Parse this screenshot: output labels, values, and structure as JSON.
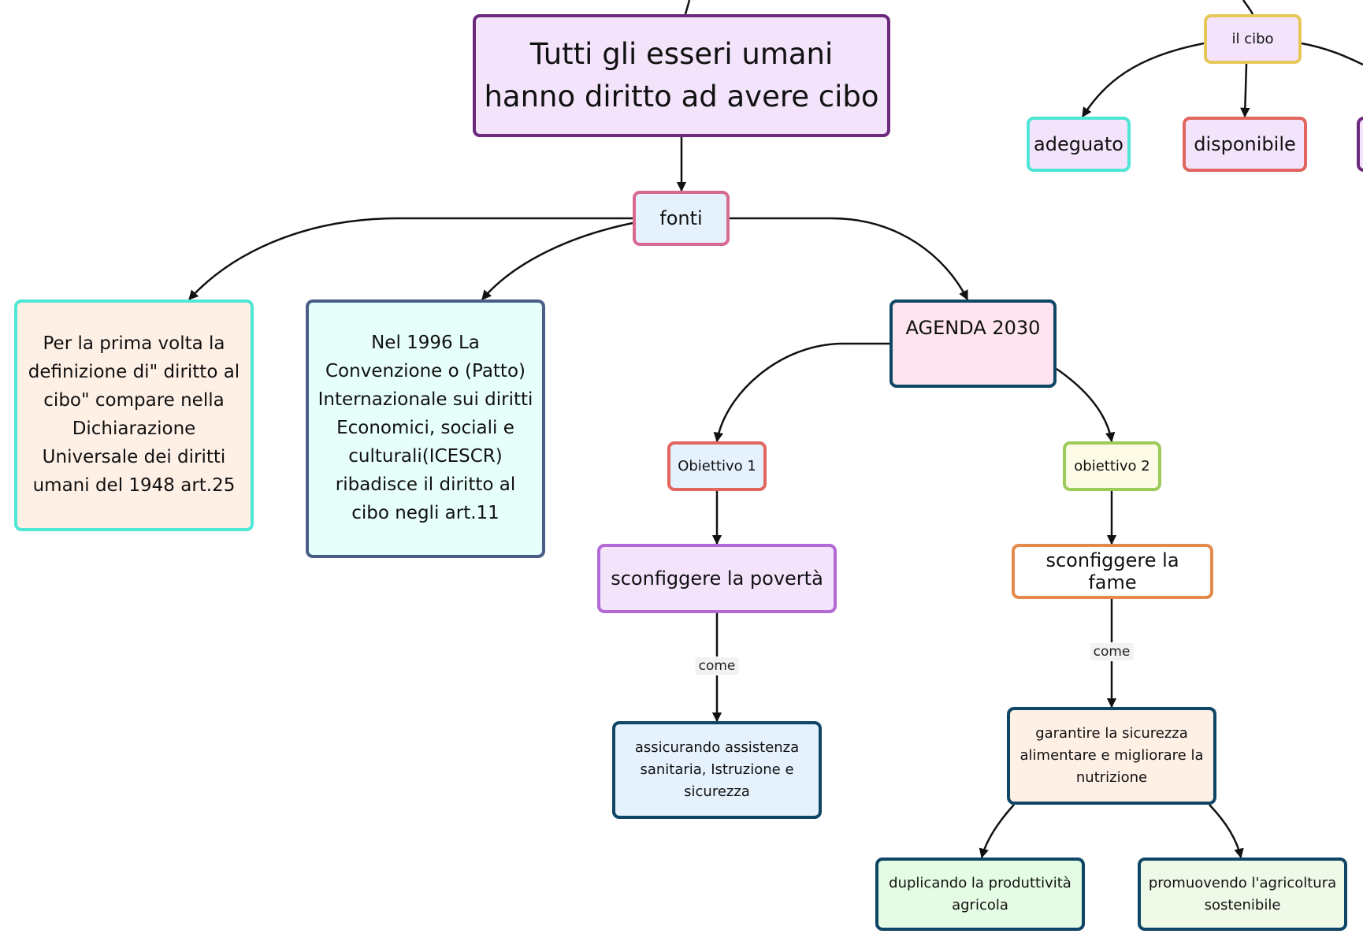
{
  "colors": {
    "purple_border": "#6b2a7e",
    "purple_fill": "#f3e4fc",
    "pink_border": "#d86a91",
    "light_blue_fill": "#e5f1fd",
    "yellow_border": "#e6c85a",
    "cyan_border": "#4fe6d6",
    "red_border": "#e0665f",
    "peach_fill": "#fff0e6",
    "mint_fill": "#e6fffa",
    "slate_border": "#4a5e88",
    "navy_border": "#0f4666",
    "rose_fill": "#fde4ee",
    "green_border": "#9ccb5a",
    "cream_fill": "#fdfae6",
    "violet_border": "#b36ad6",
    "orange_border": "#e48b4c",
    "mint_green_border": "#0e4f66",
    "light_green_fill": "#e4fbe4",
    "pale_green_fill": "#eff9e7",
    "edge": "#111111"
  },
  "nodes": {
    "main": {
      "text": "Tutti gli esseri umani hanno diritto ad avere cibo"
    },
    "fonti": {
      "text": "fonti"
    },
    "il_cibo": {
      "text": "il cibo"
    },
    "adeguato": {
      "text": "adeguato"
    },
    "disponibile": {
      "text": "disponibile"
    },
    "prima_volta": {
      "text": "Per la prima volta la definizione di\" diritto al cibo\" compare nella Dichiarazione Universale dei diritti umani del 1948 art.25"
    },
    "icescr": {
      "text": "Nel 1996 La Convenzione o (Patto) Internazionale sui diritti Economici, sociali e culturali(ICESCR) ribadisce il diritto al cibo negli art.11"
    },
    "agenda": {
      "text": "AGENDA 2030"
    },
    "obiettivo1": {
      "text": "Obiettivo 1"
    },
    "obiettivo2": {
      "text": "obiettivo 2"
    },
    "poverta": {
      "text": "sconfiggere la povertà"
    },
    "fame": {
      "text": "sconfiggere la fame"
    },
    "assistenza": {
      "text": "assicurando assistenza sanitaria, Istruzione e sicurezza"
    },
    "sicurezza": {
      "text": "garantire la sicurezza alimentare e migliorare la nutrizione"
    },
    "produttivita": {
      "text": "duplicando la produttività agricola"
    },
    "agricoltura": {
      "text": "promuovendo l'agricoltura sostenibile"
    }
  },
  "edge_labels": {
    "come_left": "come",
    "come_right": "come"
  }
}
